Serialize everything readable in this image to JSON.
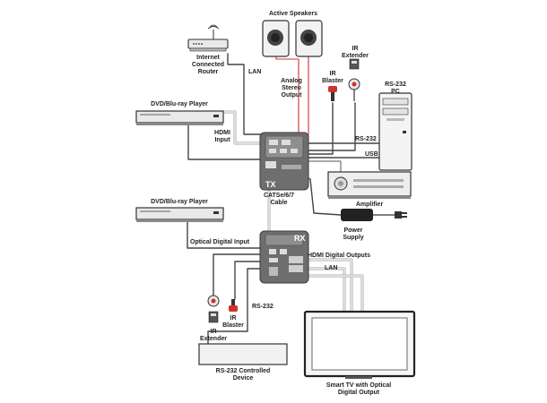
{
  "labels": {
    "active_speakers": "Active Speakers",
    "router": [
      "Internet",
      "Connected",
      "Router"
    ],
    "lan_top": "LAN",
    "analog_out": [
      "Analog",
      "Stereo",
      "Output"
    ],
    "ir_blaster_top": [
      "IR",
      "Blaster"
    ],
    "ir_extender_top": [
      "IR",
      "Extender"
    ],
    "rs232_pc": [
      "RS-232",
      "PC"
    ],
    "dvd_top": "DVD/Blu-ray Player",
    "hdmi_input": [
      "HDMI",
      "Input"
    ],
    "rs232_top": "RS-232",
    "usb": "USB",
    "tx": "TX",
    "cat_cable": [
      "CATSe/6/7",
      "Cable"
    ],
    "amplifier": "Amplifier",
    "power_supply": [
      "Power",
      "Supply"
    ],
    "dvd_bottom": "DVD/Blu-ray Player",
    "optical_in": "Optical Digital Input",
    "rx": "RX",
    "hdmi_outputs": "HDMI Digital Outputs",
    "lan_bottom": "LAN",
    "rs232_bottom": "RS-232",
    "ir_blaster_bottom": [
      "IR",
      "Blaster"
    ],
    "ir_extender_bottom": [
      "IR",
      "Extender"
    ],
    "rs232_device": [
      "RS-232 Controlled",
      "Device"
    ],
    "smart_tv": [
      "Smart TV with Optical",
      "Digital Output"
    ]
  },
  "colors": {
    "device_body": "#e9e9e9",
    "device_stroke": "#333333",
    "extender_box": "#6e6e6e",
    "cable_dark": "#444444",
    "cable_gray": "#b9b9b9",
    "cable_red": "#d0322b"
  }
}
